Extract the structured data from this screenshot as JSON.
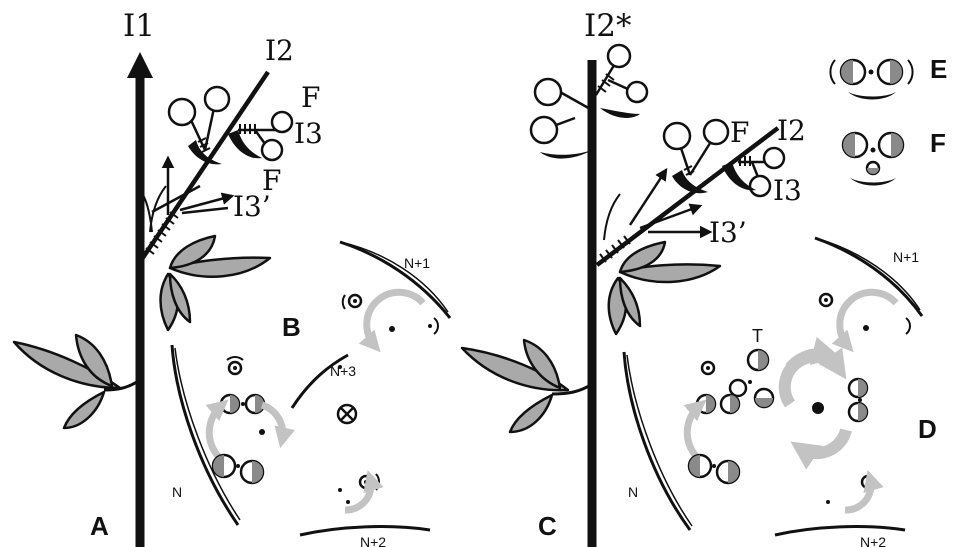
{
  "labels": {
    "I1": "I1",
    "I2_A": "I2",
    "I3_A": "I3",
    "I3p_A": "I3’",
    "F_A1": "F",
    "F_A2": "F",
    "I2star": "I2*",
    "F_C": "F",
    "I2_C": "I2",
    "I3_C": "I3",
    "I3p_C": "I3’",
    "N_B": "N",
    "N1_B": "N+1",
    "N2_B": "N+2",
    "N3_B": "N+3",
    "N_D": "N",
    "N1_D": "N+1",
    "N2_D": "N+2",
    "T_D": "T"
  },
  "panels": {
    "A": "A",
    "B": "B",
    "C": "C",
    "D": "D",
    "E": "E",
    "F": "F"
  },
  "colors": {
    "ink": "#111111",
    "leaf_fill": "#a9a9a9",
    "arrow_grey": "#c3c3c3",
    "half_fill": "#8a8a8a"
  }
}
